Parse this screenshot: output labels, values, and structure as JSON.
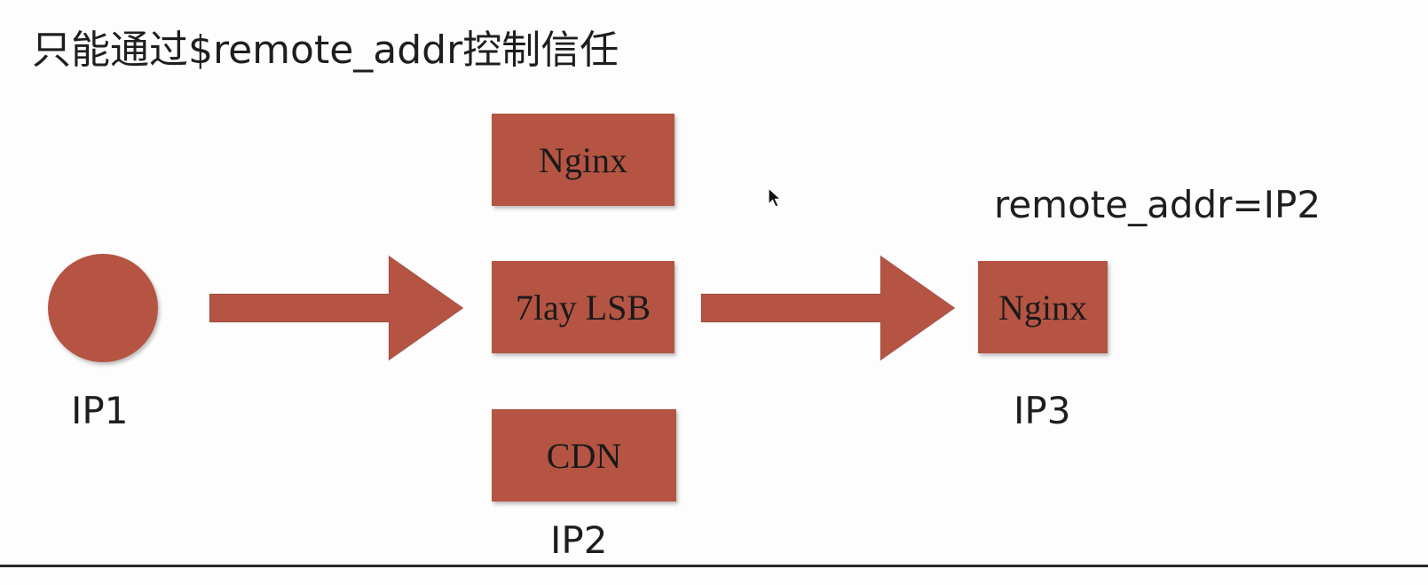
{
  "slide": {
    "title": "只能通过$remote_addr控制信任"
  },
  "client": {
    "ip_label": "IP1"
  },
  "proxy_layer": {
    "nodes": [
      {
        "label": "Nginx"
      },
      {
        "label": "7lay LSB"
      },
      {
        "label": "CDN"
      }
    ],
    "ip_label": "IP2"
  },
  "backend": {
    "label": "Nginx",
    "ip_label": "IP3",
    "annotation": "remote_addr=IP2"
  },
  "colors": {
    "node_fill": "#b55443",
    "text": "#1e1e1e",
    "background": "#fdfdfd"
  },
  "icons": {
    "pointer": "mouse-cursor-icon"
  }
}
